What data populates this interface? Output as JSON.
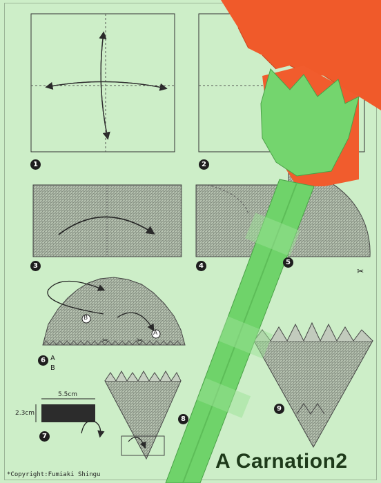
{
  "title": "A Carnation2",
  "copyright": "*Copyright:Fumiaki Shingu",
  "steps": [
    "1",
    "2",
    "3",
    "4",
    "5",
    "6",
    "7",
    "8",
    "9"
  ],
  "step6_labels": [
    "A",
    "B"
  ],
  "diagram_labels": {
    "mark_a": "A",
    "mark_b": "B",
    "width": "5.5cm",
    "height": "2.3cm"
  },
  "colors": {
    "background": "#cdeec8",
    "petal": "#f05a2a",
    "stem": "#6fd36a",
    "hatch": "#9a9a94"
  }
}
